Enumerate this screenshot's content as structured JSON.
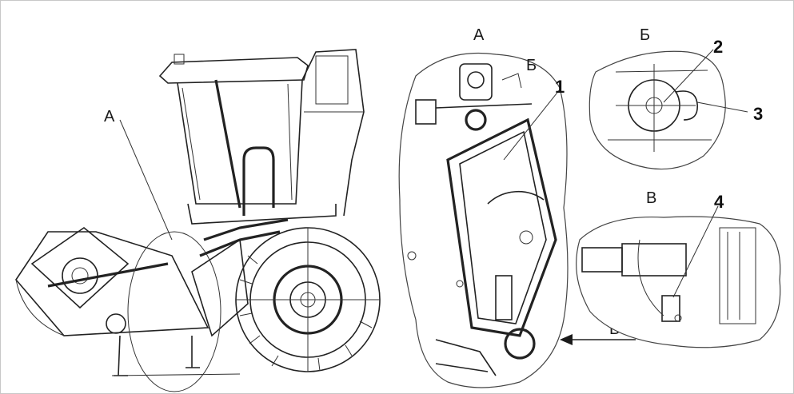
{
  "views": {
    "main_view_letter": "А",
    "detail_a_letter": "А",
    "detail_b_letter": "Б",
    "detail_b_pointer_letter": "Б",
    "detail_v_letter": "В",
    "arrow_v_letter": "В"
  },
  "callouts": {
    "c1": "1",
    "c2": "2",
    "c3": "3",
    "c4": "4"
  },
  "colors": {
    "line": "#1a1a1a",
    "background": "#ffffff"
  }
}
